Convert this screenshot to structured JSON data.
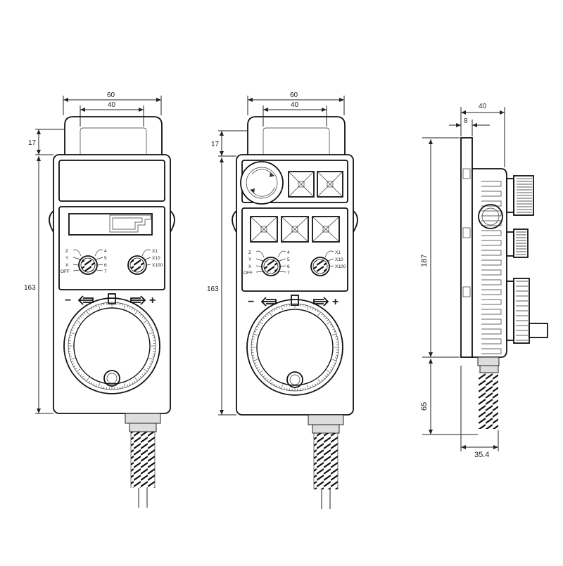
{
  "dimensions": {
    "handle_outer_width": "60",
    "handle_inner_width": "40",
    "handle_height": "17",
    "body_height": "163",
    "side_depth": "40",
    "side_panel": "8",
    "side_body_height": "187",
    "side_cable": "65",
    "side_bottom": "35.4"
  },
  "axis_selector": [
    "Z",
    "Y",
    "X",
    "OFF"
  ],
  "axis_positions": [
    "4",
    "5",
    "6",
    "7"
  ],
  "step_selector": [
    "X1",
    "X10",
    "X100"
  ],
  "jog_symbols": {
    "minus": "−",
    "plus": "+"
  }
}
